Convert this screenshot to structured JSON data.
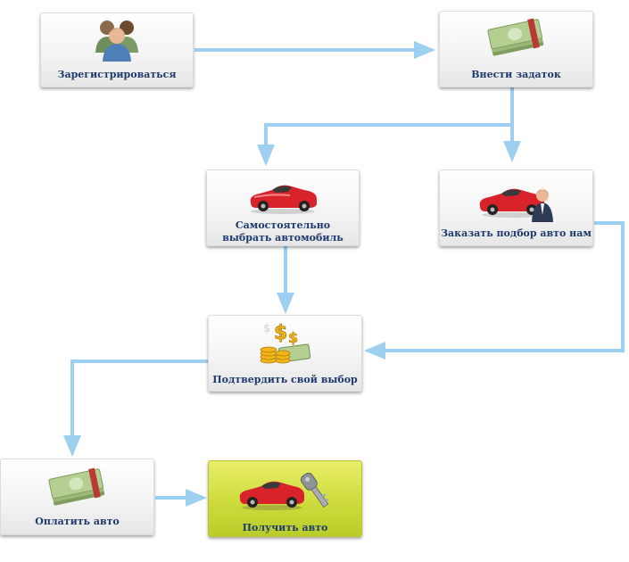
{
  "steps": {
    "register": {
      "label": "Зарегистрироваться",
      "icon": "users-icon"
    },
    "deposit": {
      "label": "Внести задаток",
      "icon": "money-stack-icon"
    },
    "choose_self": {
      "label_line1": "Самостоятельно",
      "label_line2": "выбрать автомобиль",
      "icon": "red-car-icon"
    },
    "order_selection": {
      "label": "Заказать подбор авто нам",
      "icon": "car-with-manager-icon"
    },
    "confirm": {
      "label": "Подтвердить свой выбор",
      "icon": "coins-dollar-icon"
    },
    "pay": {
      "label": "Оплатить авто",
      "icon": "money-stack-icon"
    },
    "receive": {
      "label": "Получить авто",
      "icon": "car-key-icon"
    }
  },
  "colors": {
    "arrow": "#9dcff0",
    "label": "#1f3a6e",
    "final_box": "#cddc3c"
  }
}
